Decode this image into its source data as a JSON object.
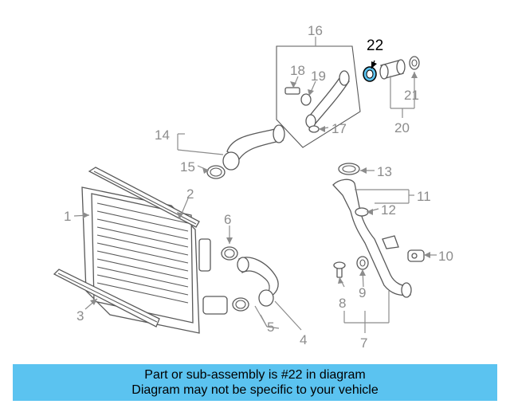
{
  "diagram": {
    "highlight_color": "#5bc3f0",
    "highlighted_part": "22",
    "callouts": [
      "1",
      "2",
      "3",
      "4",
      "5",
      "6",
      "7",
      "8",
      "9",
      "10",
      "11",
      "12",
      "13",
      "14",
      "15",
      "16",
      "17",
      "18",
      "19",
      "20",
      "21",
      "22"
    ]
  },
  "banner": {
    "line1": "Part or sub-assembly is #22 in diagram",
    "line2": "Diagram may not be specific to your vehicle"
  }
}
